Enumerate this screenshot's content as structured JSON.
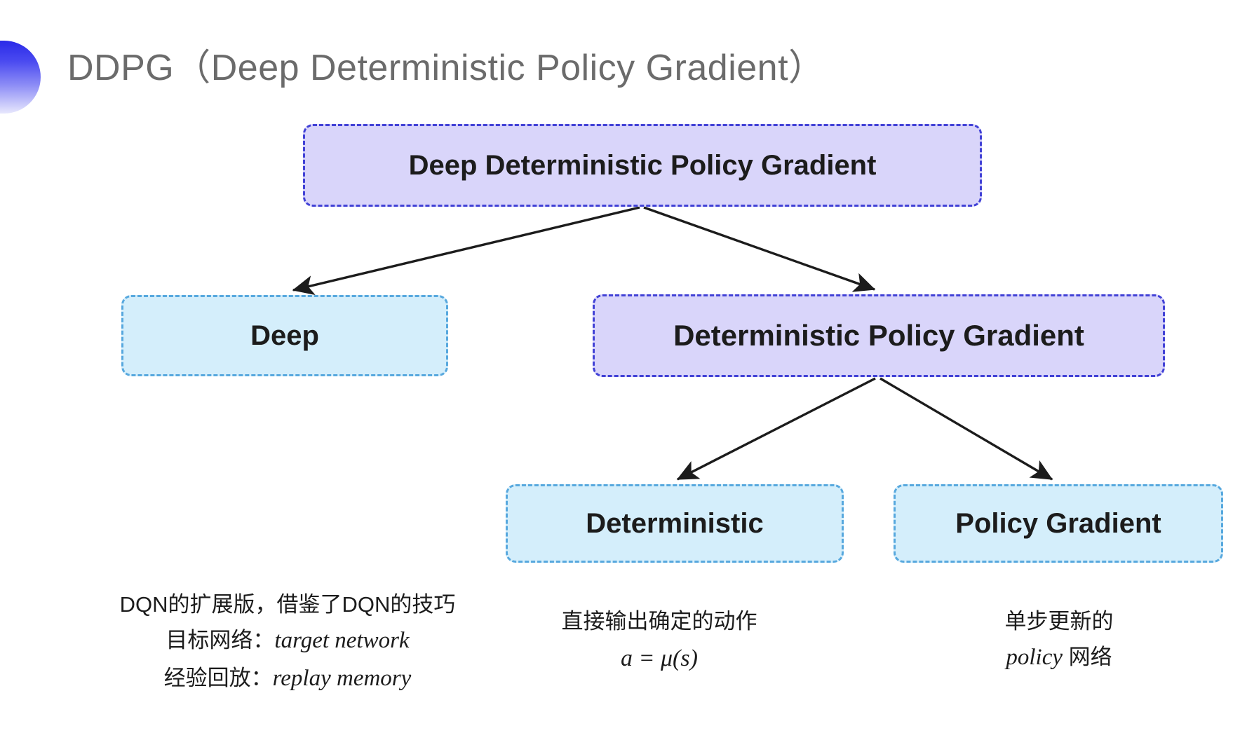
{
  "slide": {
    "title": "DDPG（Deep Deterministic Policy Gradient）",
    "background_color": "#ffffff",
    "title_color": "#6b6b6b",
    "bullet_gradient_from": "#2a2ae8",
    "bullet_gradient_to": "#e8e8fd"
  },
  "palette": {
    "purple_fill": "#d9d5fa",
    "purple_border": "#4141d6",
    "blue_fill": "#d4eefb",
    "blue_border": "#57a8de",
    "arrow_color": "#1c1c1c",
    "text_color": "#1c1c1c"
  },
  "diagram": {
    "type": "tree",
    "nodes": [
      {
        "id": "root",
        "label": "Deep Deterministic Policy Gradient",
        "style": "purple"
      },
      {
        "id": "deep",
        "label": "Deep",
        "style": "blue"
      },
      {
        "id": "dpg",
        "label": "Deterministic Policy Gradient",
        "style": "purple"
      },
      {
        "id": "deterministic",
        "label": "Deterministic",
        "style": "blue"
      },
      {
        "id": "policy_gradient",
        "label": "Policy Gradient",
        "style": "blue"
      }
    ],
    "edges": [
      {
        "from": "root",
        "to": "deep"
      },
      {
        "from": "root",
        "to": "dpg"
      },
      {
        "from": "dpg",
        "to": "deterministic"
      },
      {
        "from": "dpg",
        "to": "policy_gradient"
      }
    ]
  },
  "captions": {
    "deep": {
      "line1": "DQN的扩展版，借鉴了DQN的技巧",
      "line2_label": "目标网络：",
      "line2_term": "target network",
      "line3_label": "经验回放：",
      "line3_term": "replay memory"
    },
    "deterministic": {
      "line1": "直接输出确定的动作",
      "formula": "a = μ(s)"
    },
    "policy_gradient": {
      "line1": "单步更新的",
      "line2_term": "policy",
      "line2_suffix": " 网络"
    }
  }
}
